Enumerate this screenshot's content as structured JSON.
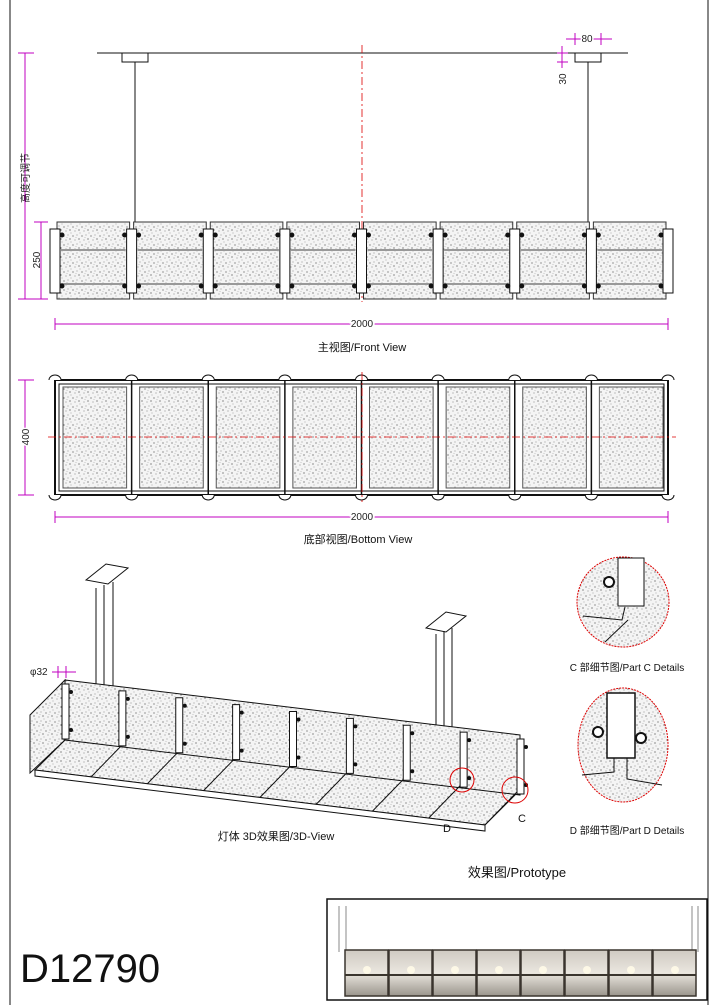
{
  "drawing": {
    "model_number": "D12790",
    "front_view": {
      "caption": "主视图/Front View",
      "height_adjustable_label": "高度可调节",
      "panel_height": "250",
      "total_length": "2000",
      "canopy_width": "80",
      "canopy_height": "30"
    },
    "bottom_view": {
      "caption": "底部视图/Bottom View",
      "depth": "400",
      "total_length": "2000"
    },
    "three_d_view": {
      "caption": "灯体 3D效果图/3D-View",
      "rod_diameter": "φ32",
      "marker_c": "C",
      "marker_d": "D"
    },
    "details": {
      "part_c_caption": "C 部细节图/Part C Details",
      "part_d_caption": "D 部细节图/Part D Details"
    },
    "prototype": {
      "caption": "效果图/Prototype"
    },
    "colors": {
      "dimension": "#c000c0",
      "centerline": "#dd0000"
    }
  }
}
